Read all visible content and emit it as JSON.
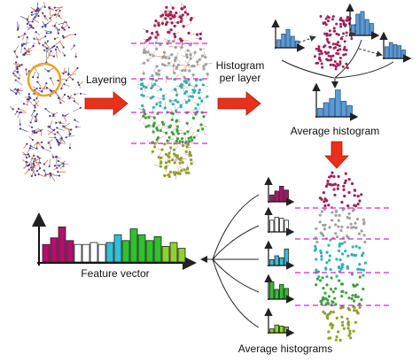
{
  "labels": {
    "layering": "Layering",
    "histogram_per_layer_line1": "Histogram",
    "histogram_per_layer_line2": "per layer",
    "average_histogram": "Average histogram",
    "feature_vector": "Feature vector",
    "average_histograms": "Average histograms"
  },
  "colors": {
    "arrow": "#e8301a",
    "layer_line": "#e020d0",
    "blue_hist": "#5b9bd5",
    "magenta": "#b0106a",
    "white_bar": "#ffffff",
    "cyan": "#30c0d8",
    "green": "#30c030",
    "olive_green": "#90d030",
    "selection_circle": "#f0a020",
    "pc_magenta": "#a0205a",
    "pc_gray": "#a0a0a0",
    "pc_cyan": "#30b0b8",
    "pc_green": "#40a040",
    "pc_olive": "#90a030"
  },
  "feature_vector_values": [
    0.45,
    0.62,
    0.9,
    0.55,
    0.45,
    0.45,
    0.5,
    0.45,
    0.5,
    0.7,
    0.55,
    0.85,
    0.7,
    0.55,
    0.65,
    0.4,
    0.5,
    0.35
  ],
  "feature_vector_colors": [
    "magenta",
    "magenta",
    "magenta",
    "magenta",
    "white_bar",
    "white_bar",
    "white_bar",
    "white_bar",
    "cyan",
    "cyan",
    "green",
    "green",
    "green",
    "green",
    "green",
    "olive_green",
    "olive_green",
    "olive_green"
  ],
  "layer_histograms": [
    {
      "color": "magenta",
      "values": [
        0.35,
        0.55,
        0.8,
        0.6
      ]
    },
    {
      "color": "white_bar",
      "values": [
        0.6,
        0.75,
        0.7,
        0.6
      ]
    },
    {
      "color": "cyan",
      "values": [
        0.3,
        0.5,
        0.4,
        0.85
      ]
    },
    {
      "color": "green",
      "values": [
        0.9,
        0.5,
        0.75,
        0.55
      ]
    },
    {
      "color": "olive_green",
      "values": [
        0.2,
        0.4,
        0.35,
        0.3
      ]
    }
  ],
  "blue_histograms": [
    {
      "values": [
        0.35,
        0.6,
        0.8,
        0.5,
        0.3
      ]
    },
    {
      "values": [
        0.4,
        0.8,
        0.9,
        0.6,
        0.45
      ]
    },
    {
      "values": [
        0.55,
        0.75,
        0.65,
        0.6,
        0.4
      ]
    }
  ],
  "average_blue_histogram": {
    "values": [
      0.3,
      0.5,
      0.65,
      0.95,
      0.55,
      0.4
    ]
  }
}
